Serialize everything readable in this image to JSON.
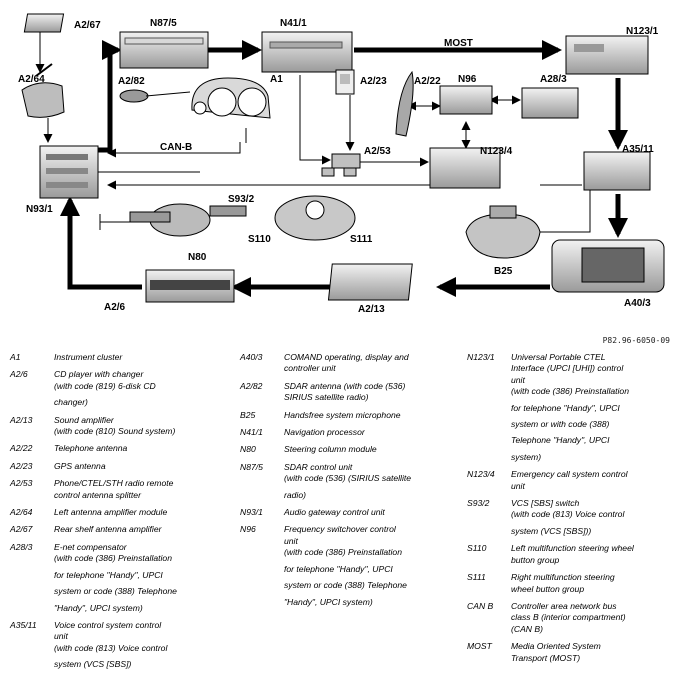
{
  "labels": {
    "A2_67": "A2/67",
    "A2_64": "A2/64",
    "N87_5": "N87/5",
    "A2_82": "A2/82",
    "A1": "A1",
    "N41_1": "N41/1",
    "A2_23": "A2/23",
    "A2_53": "A2/53",
    "A2_22": "A2/22",
    "N96": "N96",
    "A28_3": "A28/3",
    "N123_1": "N123/1",
    "N123_4": "N123/4",
    "A35_11": "A35/11",
    "N93_1": "N93/1",
    "S93_2": "S93/2",
    "S110": "S110",
    "S111": "S111",
    "N80": "N80",
    "B25": "B25",
    "A40_3": "A40/3",
    "A2_13": "A2/13",
    "A2_6": "A2/6"
  },
  "buses": {
    "most": "MOST",
    "canb": "CAN-B"
  },
  "reference": "P82.96-6050-09",
  "legend": {
    "col1": [
      {
        "code": "A1",
        "lines": [
          "Instrument cluster"
        ]
      },
      {
        "code": "A2/6",
        "lines": [
          "CD player with changer",
          "(with code (819) 6-disk CD",
          "changer)"
        ]
      },
      {
        "code": "A2/13",
        "lines": [
          "Sound amplifier",
          "(with code (810) Sound system)"
        ]
      },
      {
        "code": "A2/22",
        "lines": [
          "Telephone antenna"
        ]
      },
      {
        "code": "A2/23",
        "lines": [
          "GPS antenna"
        ]
      },
      {
        "code": "A2/53",
        "lines": [
          "Phone/CTEL/STH radio remote",
          "control antenna splitter"
        ]
      },
      {
        "code": "A2/64",
        "lines": [
          "Left antenna amplifier module"
        ]
      },
      {
        "code": "A2/67",
        "lines": [
          "Rear shelf antenna amplifier"
        ]
      },
      {
        "code": "A28/3",
        "lines": [
          "E-net compensator",
          "(with code (386) Preinstallation",
          "for telephone \"Handy\", UPCI",
          "system or code (388) Telephone",
          "\"Handy\", UPCI system)"
        ]
      },
      {
        "code": "A35/11",
        "lines": [
          "Voice control system control",
          "unit",
          "(with code (813) Voice control",
          "system (VCS [SBS])"
        ]
      }
    ],
    "col2": [
      {
        "code": "A40/3",
        "lines": [
          "COMAND operating, display and",
          "controller unit"
        ]
      },
      {
        "code": "A2/82",
        "lines": [
          "SDAR antenna (with code (536)",
          "SIRIUS satellite radio)"
        ]
      },
      {
        "code": "B25",
        "lines": [
          "Handsfree system microphone"
        ]
      },
      {
        "code": "N41/1",
        "lines": [
          "Navigation processor"
        ]
      },
      {
        "code": "N80",
        "lines": [
          "Steering column module"
        ]
      },
      {
        "code": "N87/5",
        "lines": [
          "SDAR control unit",
          "(with code (536) (SIRIUS satellite",
          "radio)"
        ]
      },
      {
        "code": "N93/1",
        "lines": [
          "Audio gateway control unit"
        ]
      },
      {
        "code": "N96",
        "lines": [
          "Frequency switchover control",
          "unit",
          "(with code (386) Preinstallation",
          "for telephone \"Handy\", UPCI",
          "system or code (388) Telephone",
          "\"Handy\", UPCI system)"
        ]
      }
    ],
    "col3": [
      {
        "code": "N123/1",
        "lines": [
          "Universal Portable CTEL",
          "Interface (UPCI [UHI]) control",
          "unit",
          "(with code (386) Preinstallation",
          "for telephone \"Handy\", UPCI",
          "system or with code (388)",
          "Telephone \"Handy\", UPCI",
          "system)"
        ]
      },
      {
        "code": "N123/4",
        "lines": [
          "Emergency call system control",
          "unit"
        ]
      },
      {
        "code": "S93/2",
        "lines": [
          "VCS [SBS] switch",
          "(with code (813) Voice control",
          "system (VCS [SBS]))"
        ]
      },
      {
        "code": "S110",
        "lines": [
          "Left multifunction steering wheel",
          "button group"
        ]
      },
      {
        "code": "S111",
        "lines": [
          "Right multifunction steering",
          "wheel button group"
        ]
      },
      {
        "code": "CAN B",
        "lines": [
          "Controller area network bus",
          "class B (interior compartment)",
          "(CAN B)"
        ]
      },
      {
        "code": "MOST",
        "lines": [
          "Media Oriented System",
          "Transport (MOST)"
        ]
      }
    ]
  }
}
